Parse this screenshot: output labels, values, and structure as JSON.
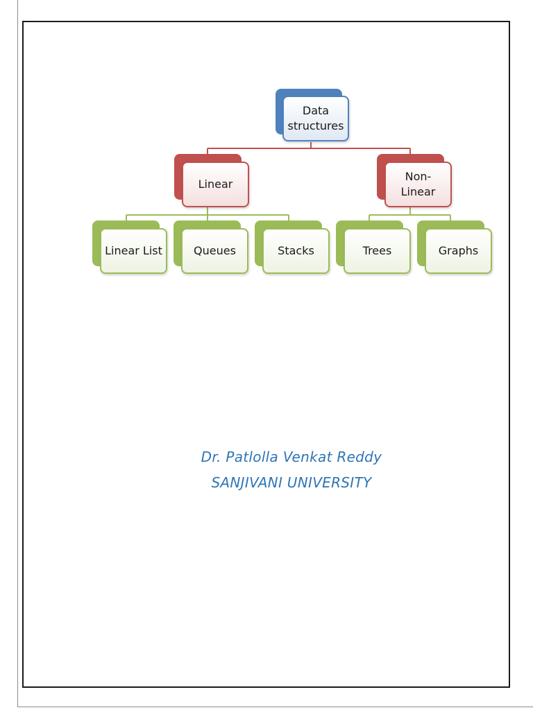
{
  "diagram": {
    "root": {
      "line1": "Data",
      "line2": "structures",
      "color": "#4f81bd"
    },
    "branches": [
      {
        "line1": "Linear",
        "line2": "",
        "color": "#c0504d"
      },
      {
        "line1": "Non-",
        "line2": "Linear",
        "color": "#c0504d"
      }
    ],
    "leaves": [
      {
        "label": "Linear List",
        "color": "#9bbb59"
      },
      {
        "label": "Queues",
        "color": "#9bbb59"
      },
      {
        "label": "Stacks",
        "color": "#9bbb59"
      },
      {
        "label": "Trees",
        "color": "#9bbb59"
      },
      {
        "label": "Graphs",
        "color": "#9bbb59"
      }
    ]
  },
  "footer": {
    "author": "Dr. Patlolla Venkat Reddy",
    "institution": "SANJIVANI UNIVERSITY",
    "text_color": "#2e75b6"
  }
}
